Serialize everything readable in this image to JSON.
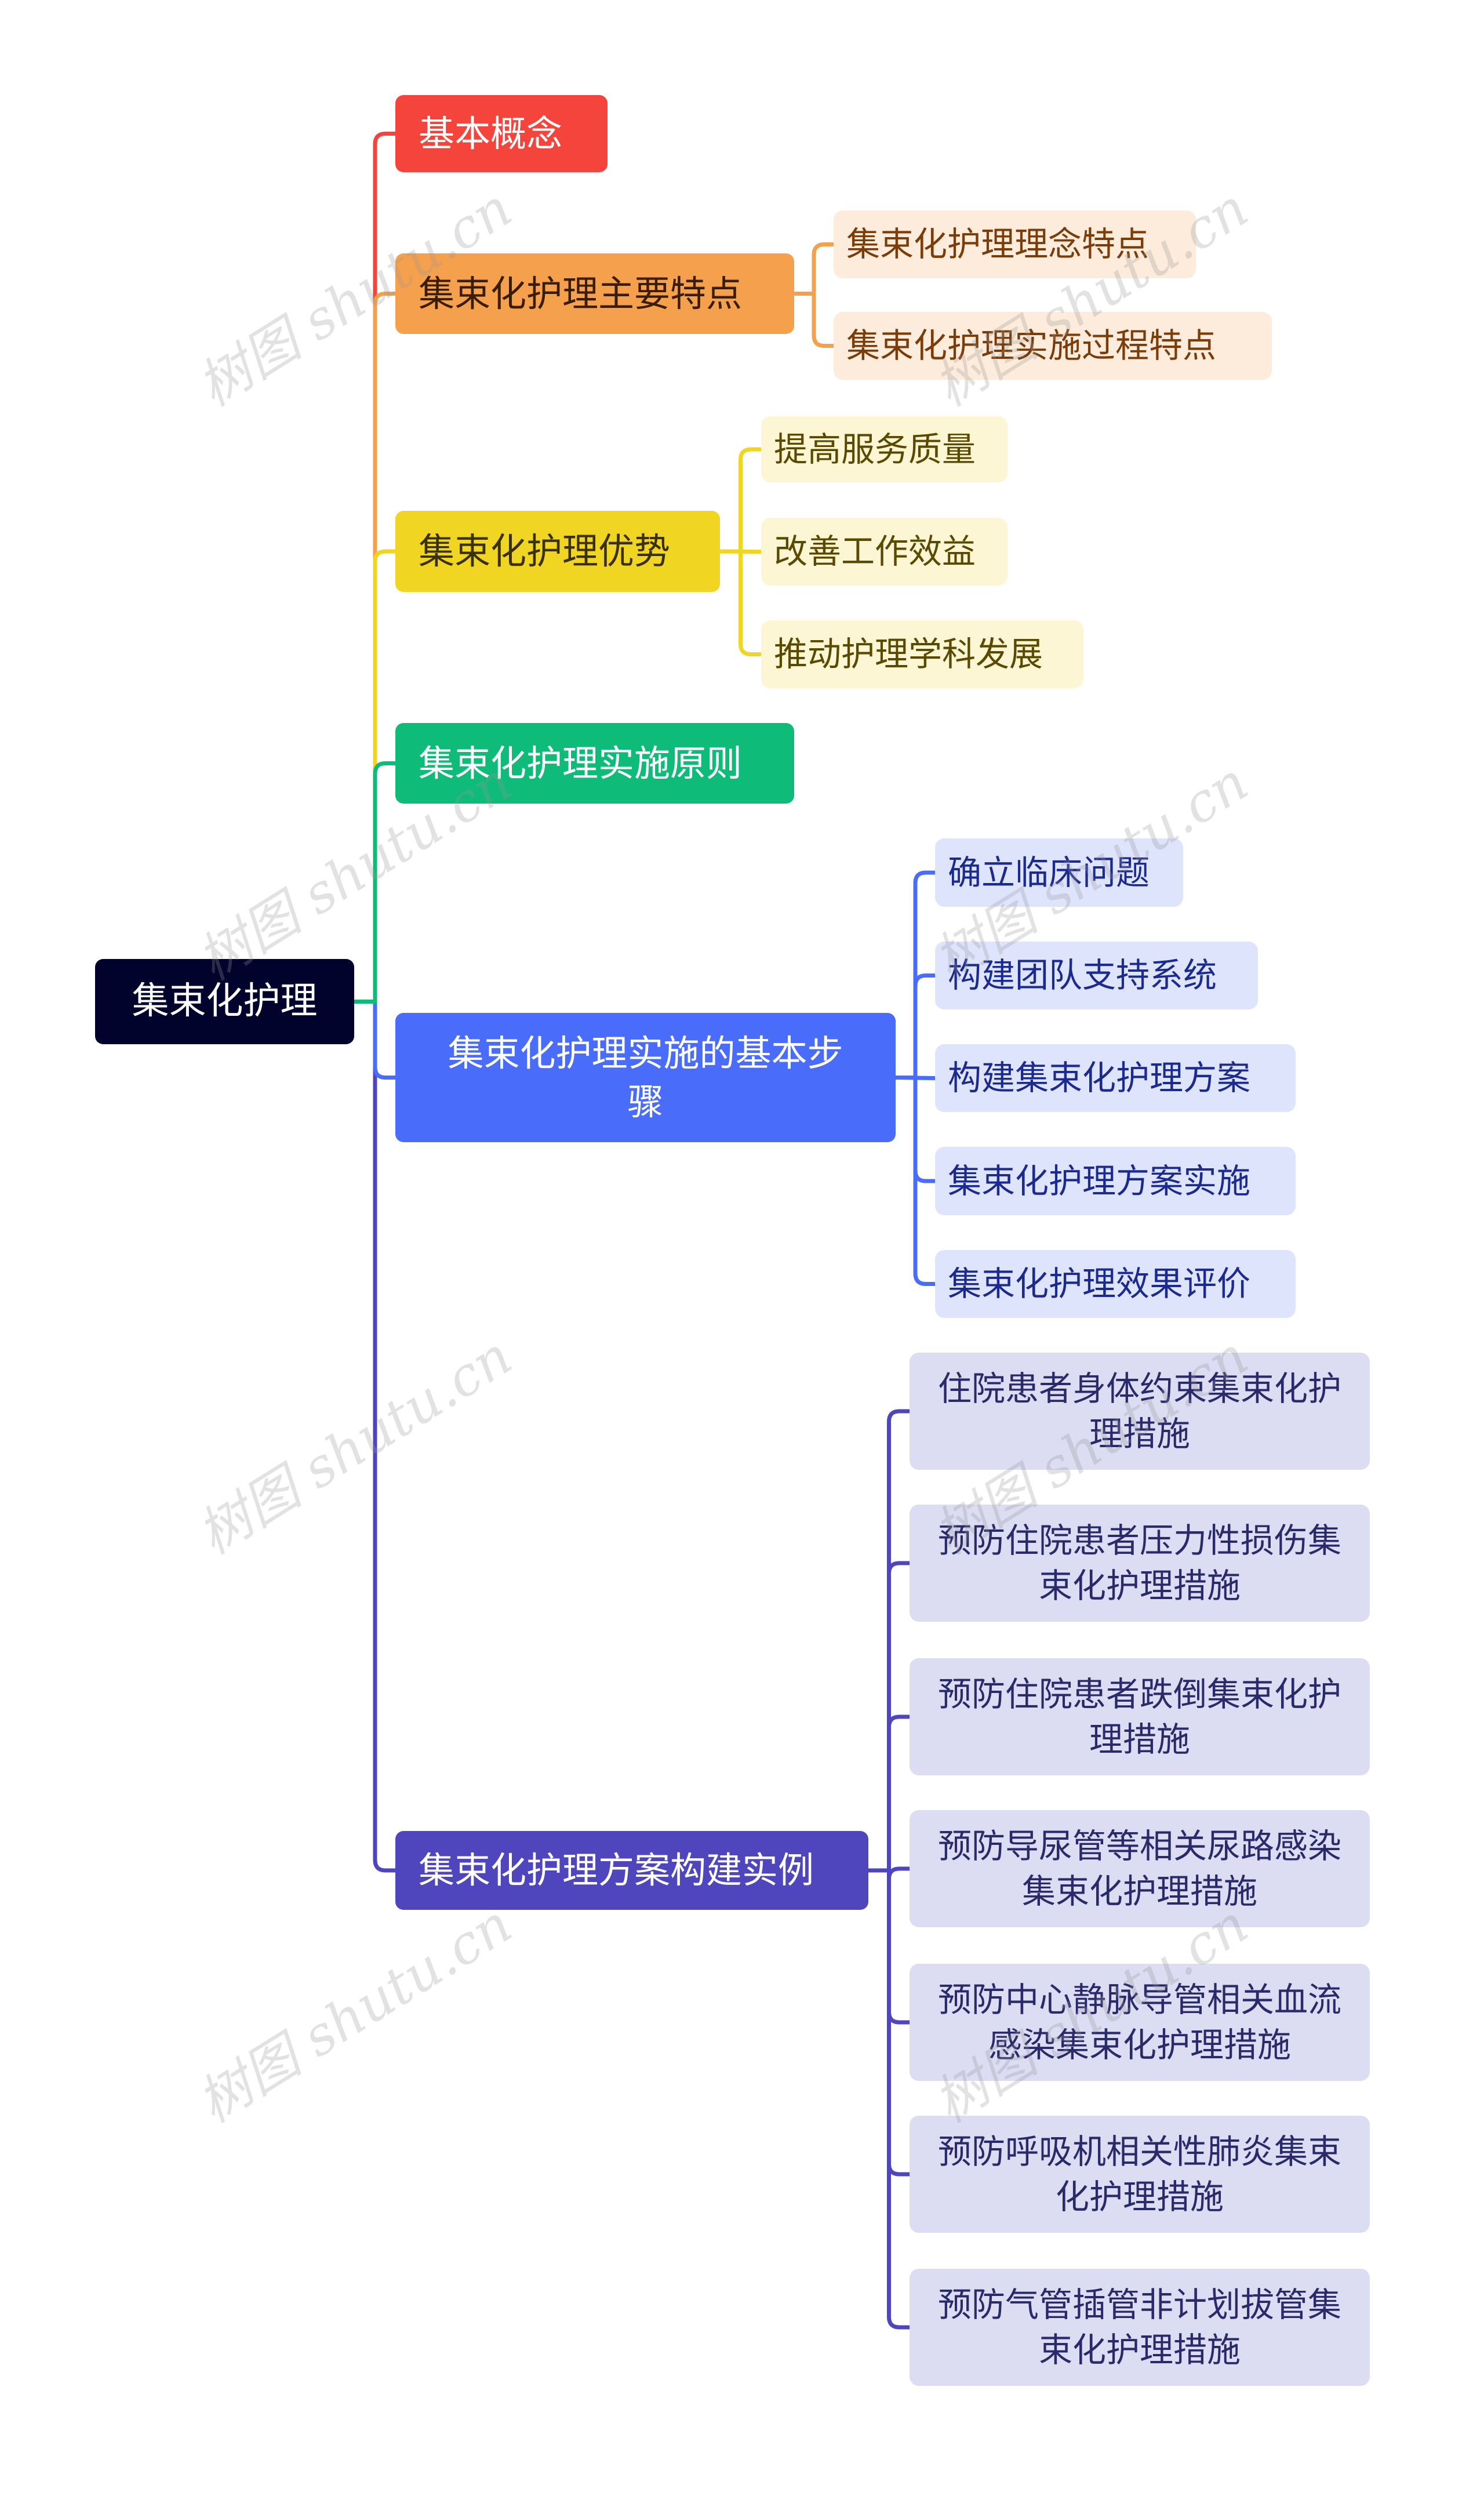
{
  "root": {
    "label": "集束化护理"
  },
  "branches": [
    {
      "label": "基本概念",
      "color": "#f5443b",
      "children": []
    },
    {
      "label": "集束化护理主要特点",
      "color": "#f5a04c",
      "children": [
        "集束化护理理念特点",
        "集束化护理实施过程特点"
      ]
    },
    {
      "label": "集束化护理优势",
      "color": "#f0d523",
      "children": [
        "提高服务质量",
        "改善工作效益",
        "推动护理学科发展"
      ]
    },
    {
      "label": "集束化护理实施原则",
      "color": "#0fbb78",
      "children": []
    },
    {
      "label": "集束化护理实施的基本步骤",
      "color": "#4a6cfb",
      "children": [
        "确立临床问题",
        "构建团队支持系统",
        "构建集束化护理方案",
        "集束化护理方案实施",
        "集束化护理效果评价"
      ]
    },
    {
      "label": "集束化护理方案构建实例",
      "color": "#4f46bd",
      "children": [
        "住院患者身体约束集束化护理措施",
        "预防住院患者压力性损伤集束化护理措施",
        "预防住院患者跌倒集束化护理措施",
        "预防导尿管等相关尿路感染集束化护理措施",
        "预防中心静脉导管相关血流感染集束化护理措施",
        "预防呼吸机相关性肺炎集束化护理措施",
        "预防气管插管非计划拔管集束化护理措施"
      ]
    }
  ],
  "watermark": "树图 shutu.cn"
}
